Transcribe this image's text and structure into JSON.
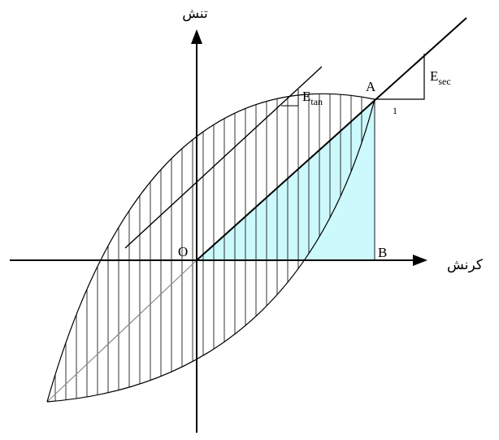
{
  "axes": {
    "y_label": "تنش",
    "x_label": "کرنش"
  },
  "points": {
    "origin": "O",
    "peak": "A",
    "foot": "B"
  },
  "moduli": {
    "tangent": {
      "main": "E",
      "sub": "tan"
    },
    "secant": {
      "main": "E",
      "sub": "sec",
      "run": "1"
    }
  },
  "colors": {
    "triangle_fill": "#ccf9fc",
    "line": "#000000",
    "diagonal": "#888888"
  }
}
